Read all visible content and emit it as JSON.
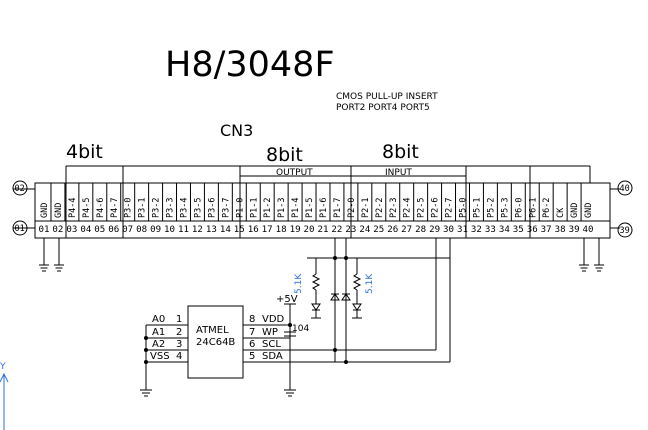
{
  "title": "H8/3048F",
  "note_line1": "CMOS PULL-UP INSERT",
  "note_line2": "PORT2 PORT4 PORT5",
  "connector": "CN3",
  "group_labels": [
    "4bit",
    "8bit",
    "8bit"
  ],
  "sub_labels": [
    "OUTPUT",
    "INPUT"
  ],
  "pin_names": [
    "GND",
    "GND",
    "P4-4",
    "P4-5",
    "P4-6",
    "P4-7",
    "P3-0",
    "P3-1",
    "P3-2",
    "P3-3",
    "P3-4",
    "P3-5",
    "P3-6",
    "P3-7",
    "P1-0",
    "P1-1",
    "P1-2",
    "P1-3",
    "P1-4",
    "P1-5",
    "P1-6",
    "P1-7",
    "P2-0",
    "P2-1",
    "P2-2",
    "P2-3",
    "P2-4",
    "P2-5",
    "P2-6",
    "P2-7",
    "P5-0",
    "P5-1",
    "P5-2",
    "P5-3",
    "P6-0",
    "P6-1",
    "P6-2",
    "CK",
    "GND",
    "GND"
  ],
  "pin_numbers": [
    "01",
    "02",
    "03",
    "04",
    "05",
    "06",
    "07",
    "08",
    "09",
    "10",
    "11",
    "12",
    "13",
    "14",
    "15",
    "16",
    "17",
    "18",
    "19",
    "20",
    "21",
    "22",
    "23",
    "24",
    "25",
    "26",
    "27",
    "28",
    "29",
    "30",
    "31",
    "32",
    "33",
    "34",
    "35",
    "36",
    "37",
    "38",
    "39",
    "40"
  ],
  "end_labels": {
    "top_left": "02",
    "bottom_left": "01",
    "top_right": "40",
    "bottom_right": "39"
  },
  "chip": {
    "name_line1": "ATMEL",
    "name_line2": "24C64B"
  },
  "chip_left_pins": [
    {
      "name": "A0",
      "num": "1"
    },
    {
      "name": "A1",
      "num": "2"
    },
    {
      "name": "A2",
      "num": "3"
    },
    {
      "name": "VSS",
      "num": "4"
    }
  ],
  "chip_right_pins": [
    {
      "num": "8",
      "name": "VDD"
    },
    {
      "num": "7",
      "name": "WP"
    },
    {
      "num": "6",
      "name": "SCL"
    },
    {
      "num": "5",
      "name": "SDA"
    }
  ],
  "supply": "+5V",
  "capacitor": "104",
  "resistor1": "5.1K",
  "resistor2": "5.1K",
  "axis_label": "Y"
}
